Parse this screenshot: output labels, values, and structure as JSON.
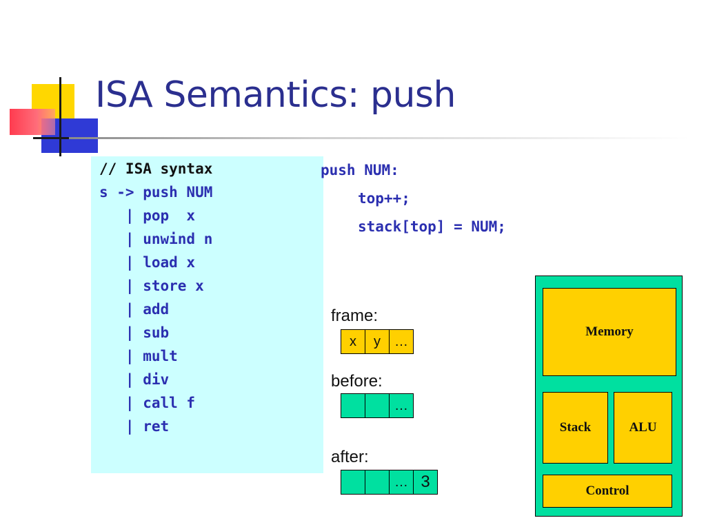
{
  "slide": {
    "title": "ISA Semantics: push"
  },
  "syntax": {
    "comment": "// ISA syntax",
    "lines": [
      "s -> push NUM",
      "   | pop  x",
      "   | unwind n",
      "   | load x",
      "   | store x",
      "   | add",
      "   | sub",
      "   | mult",
      "   | div",
      "   | call f",
      "   | ret"
    ]
  },
  "semantics": {
    "lines": [
      "push NUM:",
      "top++;",
      "stack[top] = NUM;"
    ]
  },
  "stack_diagram": {
    "frame_label": "frame:",
    "frame_cells": [
      "x",
      "y",
      "…"
    ],
    "before_label": "before:",
    "before_cells": [
      "",
      "",
      "…"
    ],
    "after_label": "after:",
    "after_cells": [
      "",
      "",
      "…",
      "3"
    ]
  },
  "machine": {
    "memory": "Memory",
    "stack": "Stack",
    "alu": "ALU",
    "control": "Control"
  },
  "colors": {
    "title": "#2b2f8f",
    "code_blue": "#2b2fb0",
    "syntax_bg": "#ccffff",
    "green": "#00e0a0",
    "yellow": "#ffd000"
  }
}
